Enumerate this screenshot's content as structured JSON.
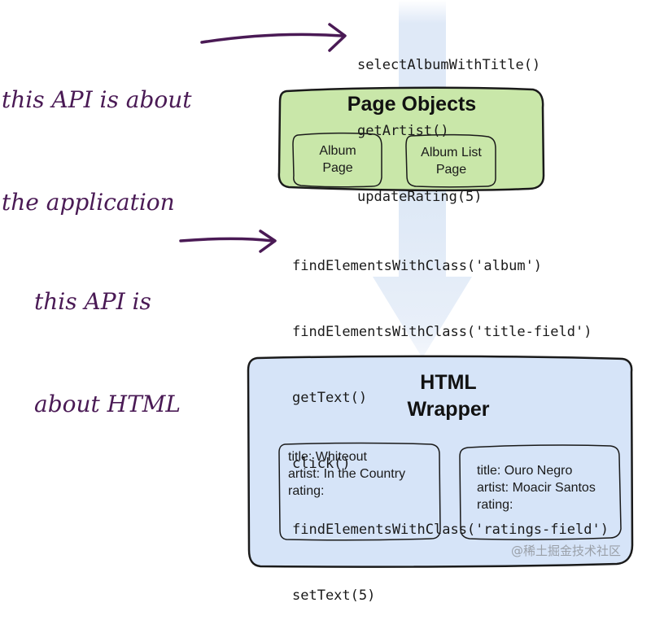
{
  "notes": {
    "application": [
      "this API is about",
      "the application"
    ],
    "html": [
      "this API is",
      "about HTML"
    ]
  },
  "app_api_calls": [
    "selectAlbumWithTitle()",
    "getArtist()",
    "updateRating(5)"
  ],
  "page_objects": {
    "title": "Page Objects",
    "boxes": [
      {
        "lines": [
          "Album",
          "Page"
        ]
      },
      {
        "lines": [
          "Album List",
          "Page"
        ]
      }
    ]
  },
  "html_api_calls": [
    "findElementsWithClass('album')",
    "findElementsWithClass('title-field')",
    "getText()",
    "click()",
    "findElementsWithClass('ratings-field')",
    "setText(5)"
  ],
  "html_wrapper": {
    "title_lines": [
      "HTML",
      "Wrapper"
    ],
    "cards": [
      {
        "title": "title: Whiteout",
        "artist": "artist: In the Country",
        "rating": "rating:"
      },
      {
        "title": "title: Ouro Negro",
        "artist": "artist: Moacir Santos",
        "rating": "rating:"
      }
    ]
  },
  "watermark": "@稀土掘金技术社区",
  "colors": {
    "page_objects_fill": "#c9e7a9",
    "html_wrapper_fill": "#d6e4f8",
    "flow_band": "#dde8f6",
    "note_ink": "#4a1a55"
  }
}
